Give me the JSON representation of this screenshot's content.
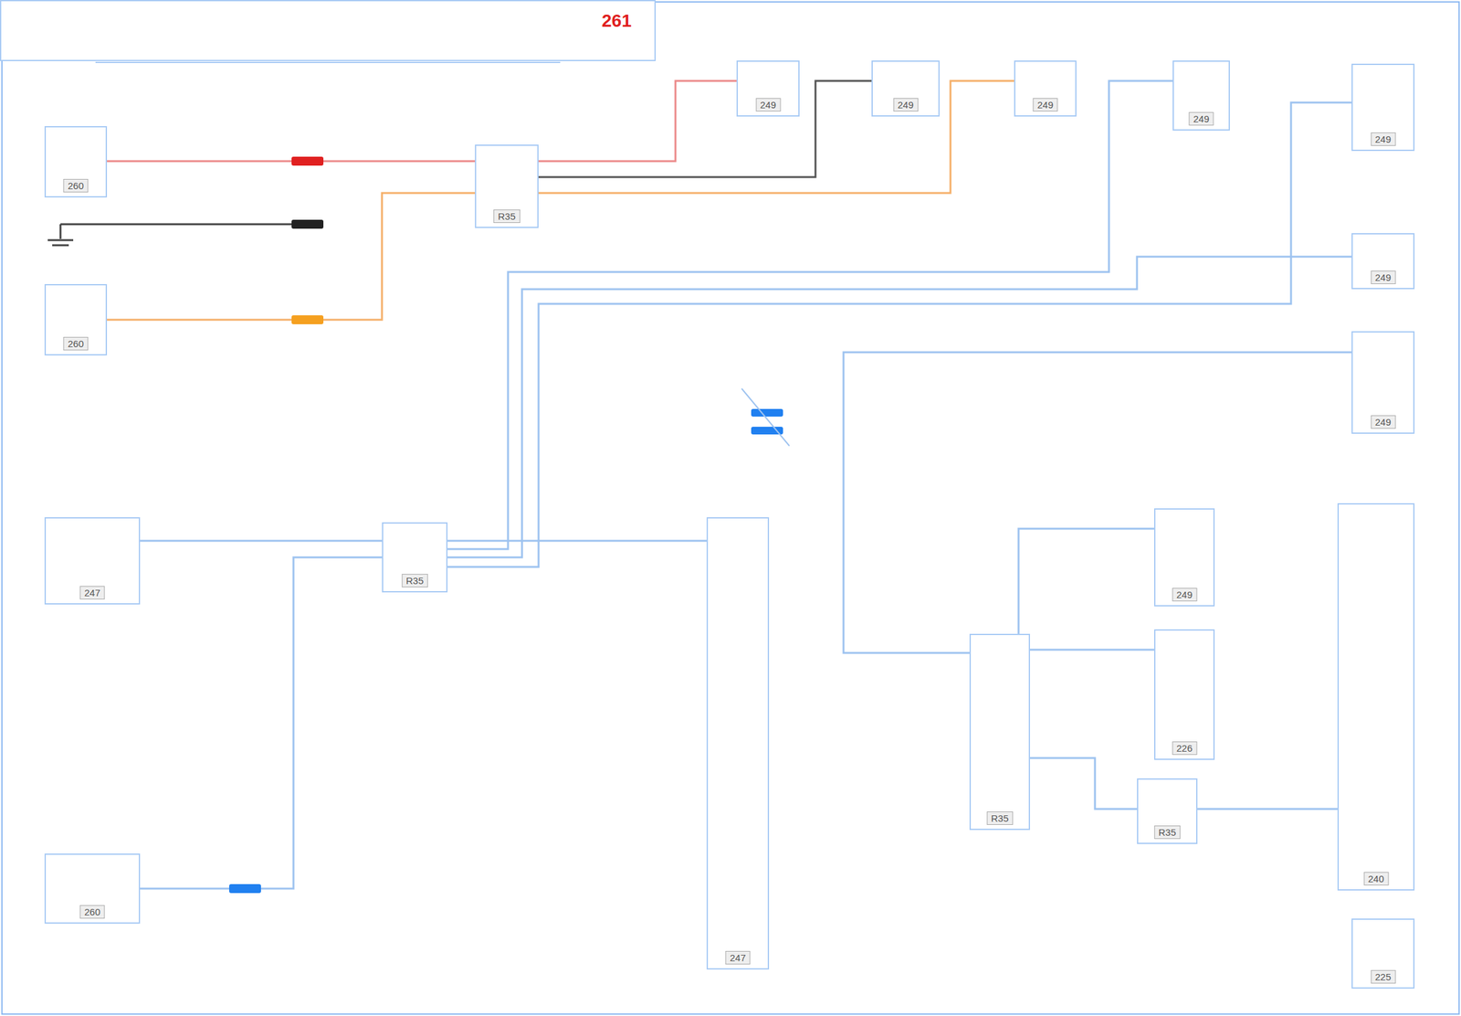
{
  "diagram": {
    "nodes": [
      {
        "text": [
          "261"
        ]
      },
      {
        "text": [
          "260"
        ]
      },
      {
        "text": [
          "260"
        ]
      },
      {
        "text": [
          "247"
        ]
      },
      {
        "text": [
          "260"
        ]
      },
      {
        "text": [
          "R35"
        ]
      },
      {
        "text": [
          "R35"
        ]
      },
      {
        "text": [
          "247"
        ]
      },
      {
        "text": [
          "249"
        ]
      },
      {
        "text": [
          "249"
        ]
      },
      {
        "text": [
          "249"
        ]
      },
      {
        "text": [
          "249"
        ]
      },
      {
        "text": [
          "249"
        ]
      },
      {
        "text": [
          "249"
        ]
      },
      {
        "text": [
          "249"
        ]
      },
      {
        "text": [
          "249"
        ]
      },
      {
        "text": [
          "226"
        ]
      },
      {
        "text": [
          "R35"
        ]
      },
      {
        "text": [
          "R35"
        ]
      },
      {
        "text": [
          "240"
        ]
      },
      {
        "text": [
          "225"
        ]
      }
    ],
    "edges": [
      {
        "from": 1,
        "to": 5,
        "arrow": "none"
      },
      {
        "from": 2,
        "to": 5,
        "arrow": "none"
      },
      {
        "from": 5,
        "to": 8,
        "arrow": "none"
      },
      {
        "from": 5,
        "to": 9,
        "arrow": "none"
      },
      {
        "from": 5,
        "to": 10,
        "arrow": "none"
      },
      {
        "from": 3,
        "to": 6,
        "arrow": "none"
      },
      {
        "from": 4,
        "to": 6,
        "arrow": "none"
      },
      {
        "from": 6,
        "to": 7,
        "arrow": "none"
      },
      {
        "from": 6,
        "to": 11,
        "arrow": "none"
      },
      {
        "from": 6,
        "to": 13,
        "arrow": "none"
      },
      {
        "from": 6,
        "to": 12,
        "arrow": "none"
      },
      {
        "from": 17,
        "to": 14,
        "arrow": "none"
      },
      {
        "from": 17,
        "to": 15,
        "arrow": "none"
      },
      {
        "from": 17,
        "to": 16,
        "arrow": "none"
      },
      {
        "from": 17,
        "to": 18,
        "arrow": "none"
      },
      {
        "from": 18,
        "to": 19,
        "arrow": "none"
      }
    ]
  }
}
